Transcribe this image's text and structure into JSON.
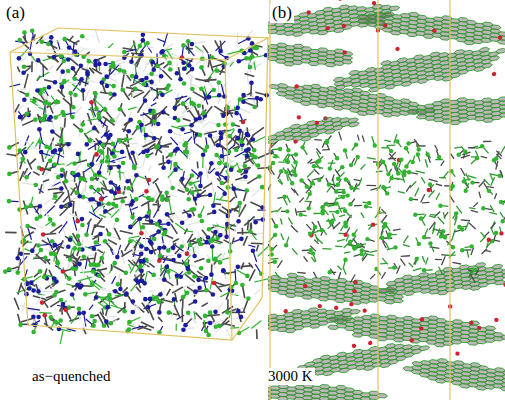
{
  "diagram": {
    "labels": [
      "(a)",
      "(b)",
      "as−quenched",
      "3000 K"
    ]
  }
}
